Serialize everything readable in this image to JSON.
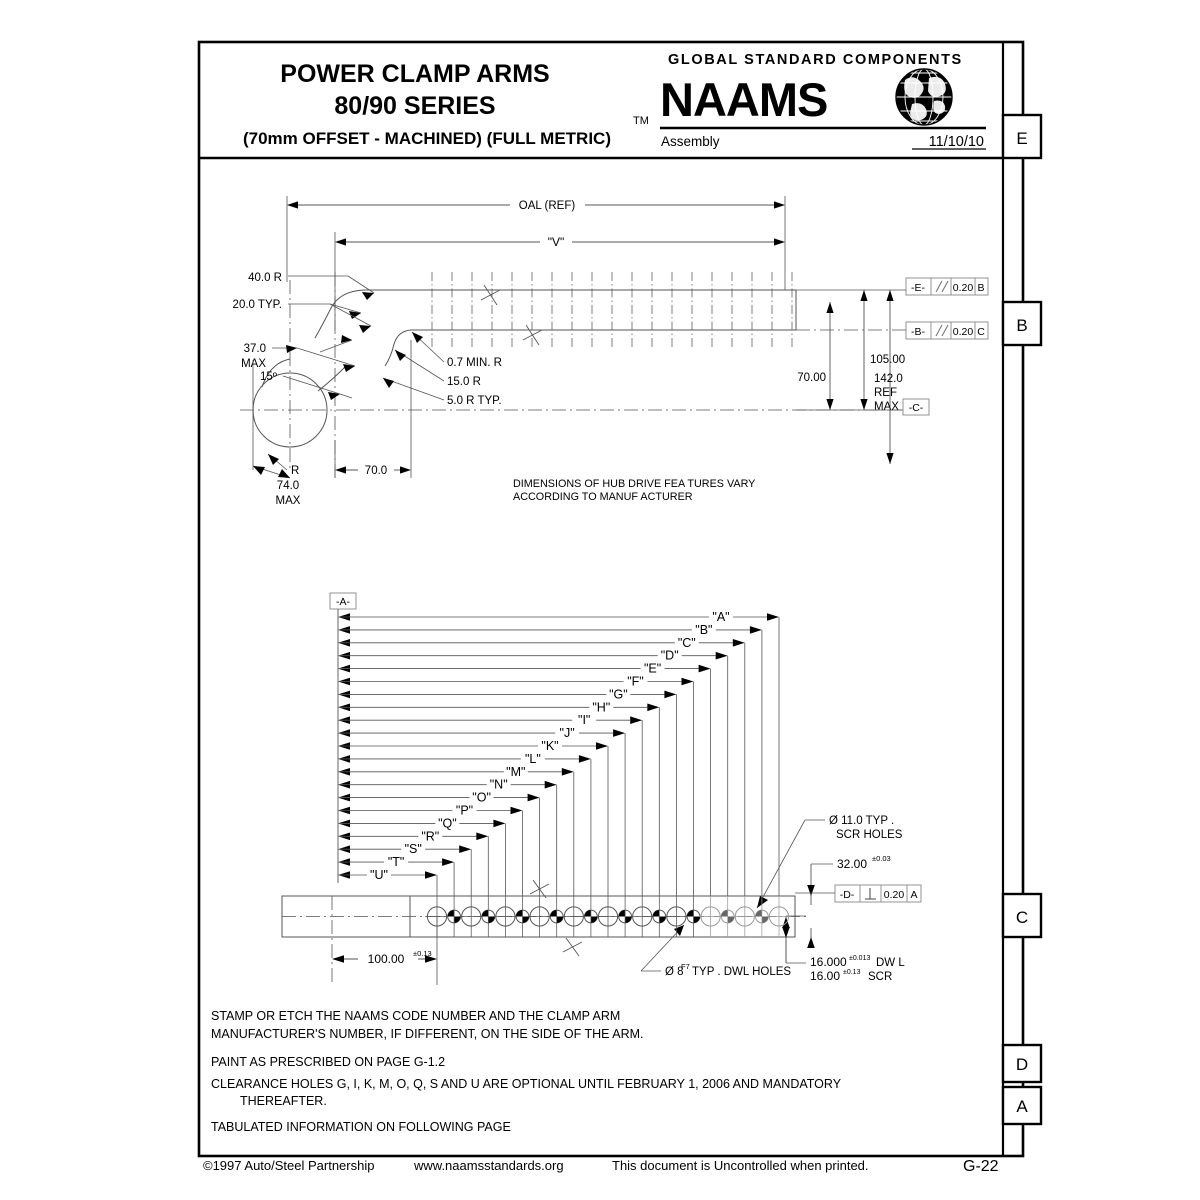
{
  "title_block": {
    "line1": "POWER CLAMP ARMS",
    "line2": "80/90 SERIES",
    "line3": "(70mm OFFSET - MACHINED) (FULL METRIC)",
    "brand_tagline": "GLOBAL STANDARD COMPONENTS",
    "brand": "NAAMS",
    "trademark": "TM",
    "doc_type": "Assembly",
    "date": "11/10/10"
  },
  "zone_markers": [
    {
      "label": "E"
    },
    {
      "label": "B"
    },
    {
      "label": "C"
    },
    {
      "label": "D"
    },
    {
      "label": "A"
    }
  ],
  "top_view": {
    "dims": [
      {
        "id": "oal",
        "label": "OAL (REF)"
      },
      {
        "id": "v",
        "label": "\"V\""
      },
      {
        "id": "r40",
        "label": "40.0 R"
      },
      {
        "id": "r20typ",
        "label": "20.0 TYP."
      },
      {
        "id": "max37_l1",
        "label": "37.0"
      },
      {
        "id": "max37_l2",
        "label": "MAX"
      },
      {
        "id": "ang15",
        "label": "15º"
      },
      {
        "id": "r07",
        "label": "0.7 MIN. R"
      },
      {
        "id": "r15",
        "label": "15.0 R"
      },
      {
        "id": "r5typ",
        "label": "5.0 R TYP."
      },
      {
        "id": "rlab",
        "label": "R"
      },
      {
        "id": "max74_l1",
        "label": "74.0"
      },
      {
        "id": "max74_l2",
        "label": "MAX"
      },
      {
        "id": "d70",
        "label": "70.0"
      },
      {
        "id": "d70_00",
        "label": "70.00"
      },
      {
        "id": "d105",
        "label": "105.00"
      },
      {
        "id": "d142_l1",
        "label": "142.0"
      },
      {
        "id": "d142_l2",
        "label": "REF"
      },
      {
        "id": "d142_l3",
        "label": "MAX"
      }
    ],
    "datums": [
      {
        "id": "datum_c",
        "label": "-C-"
      }
    ],
    "fcf": [
      {
        "id": "fcf_e",
        "datum": "-E-",
        "symbol": "//",
        "tol": "0.20",
        "ref": "B"
      },
      {
        "id": "fcf_b",
        "datum": "-B-",
        "symbol": "//",
        "tol": "0.20",
        "ref": "C"
      }
    ],
    "note_line1": "DIMENSIONS OF HUB DRIVE FEA  TURES VARY",
    "note_line2": "ACCORDING  TO MANUF ACTURER"
  },
  "bottom_view": {
    "datum_a": "-A-",
    "ladder_labels": [
      "\"A\"",
      "\"B\"",
      "\"C\"",
      "\"D\"",
      "\"E\"",
      "\"F\"",
      "\"G\"",
      "\"H\"",
      "\"I\"",
      "\"J\"",
      "\"K\"",
      "\"L\"",
      "\"M\"",
      "\"N\"",
      "\"O\"",
      "\"P\"",
      "\"Q\"",
      "\"R\"",
      "\"S\"",
      "\"T\"",
      "\"U\""
    ],
    "dim_100": "100.00",
    "dim_100_tol": "±0.13",
    "scr_hole_note_l1": "Ø 11.0 TYP  .",
    "scr_hole_note_l2": "SCR HOLES",
    "dwl_hole_note": "Ø 8",
    "dwl_hole_note_sup": "F7",
    "dwl_hole_note_tail": "TYP . DWL HOLES",
    "dim_32": "32.00",
    "dim_32_tol": "±0.03",
    "fcf_d": {
      "datum": "-D-",
      "symbol": "⊥",
      "tol": "0.20",
      "ref": "A"
    },
    "dim_16000": "16.000",
    "dim_16000_tol": "±0.013",
    "dim_16000_label": "DW L",
    "dim_1600": "16.00",
    "dim_1600_tol": "±0.13",
    "dim_1600_label": "SCR"
  },
  "notes": [
    "STAMP OR ETCH THE NAAMS CODE NUMBER AND THE CLAMP ARM",
    "MANUFACTURER'S NUMBER, IF DIFFERENT, ON THE SIDE OF THE ARM.",
    "PAINT AS PRESCRIBED ON PAGE G-1.2",
    "CLEARANCE HOLES G, I, K, M, O, Q, S AND U ARE OPTIONAL UNTIL FEBRUARY 1, 2006 AND MANDATORY",
    "THEREAFTER.",
    "TABULATED INFORMATION ON FOLLOWING PAGE"
  ],
  "footer": {
    "copyright": "©1997 Auto/Steel Partnership",
    "website": "www.naamsstandards.org",
    "disclaimer": "This document is Uncontrolled when printed.",
    "page": "G-22"
  },
  "colors": {
    "ink": "#000000",
    "thin": "#555555",
    "paper": "#ffffff"
  }
}
